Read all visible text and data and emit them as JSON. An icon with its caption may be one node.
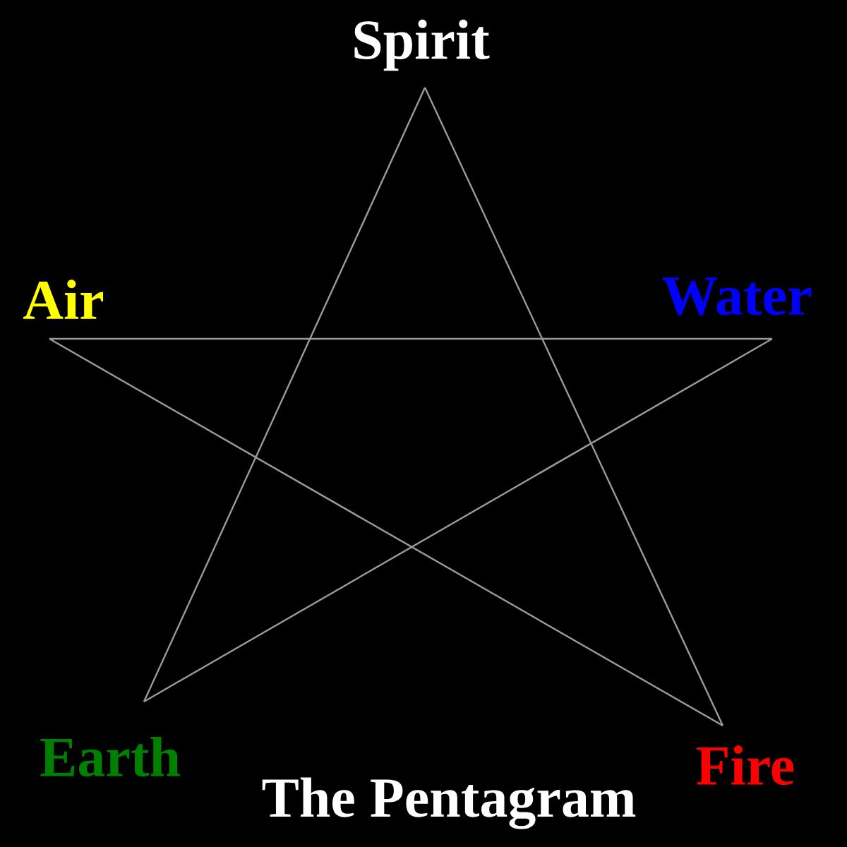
{
  "diagram": {
    "title": "The Pentagram",
    "nodes": [
      {
        "text": [
          "Spirit"
        ]
      },
      {
        "text": [
          "Air"
        ]
      },
      {
        "text": [
          "Water"
        ]
      },
      {
        "text": [
          "Earth"
        ]
      },
      {
        "text": [
          "Fire"
        ]
      }
    ],
    "edges": [
      {
        "from": 0,
        "to": 3,
        "arrow": "none"
      },
      {
        "from": 0,
        "to": 4,
        "arrow": "none"
      },
      {
        "from": 1,
        "to": 2,
        "arrow": "none"
      },
      {
        "from": 1,
        "to": 4,
        "arrow": "none"
      },
      {
        "from": 2,
        "to": 3,
        "arrow": "none"
      }
    ]
  }
}
